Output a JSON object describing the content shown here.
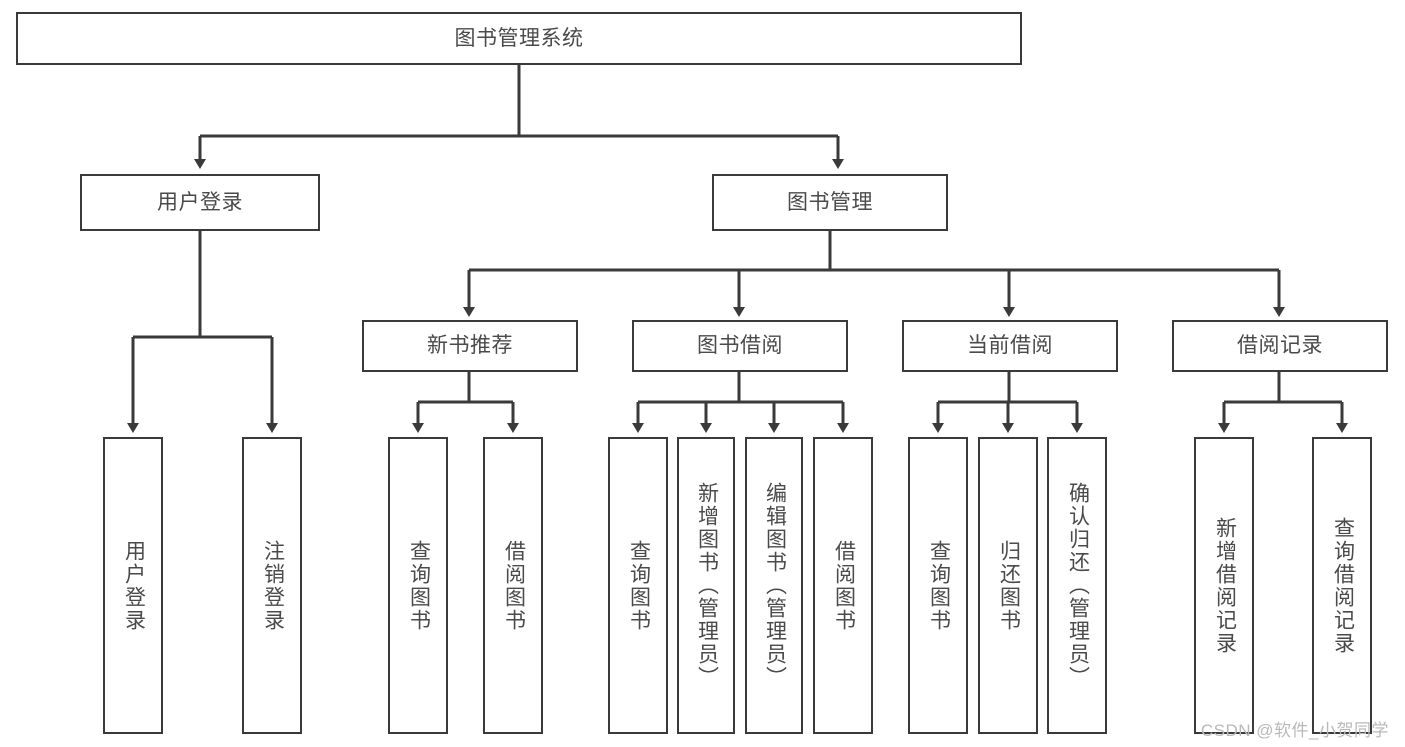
{
  "diagram": {
    "title": "图书管理系统",
    "type": "tree-hierarchy",
    "root": {
      "label": "图书管理系统"
    },
    "level2": [
      {
        "label": "用户登录"
      },
      {
        "label": "图书管理"
      }
    ],
    "level3": [
      {
        "label": "新书推荐"
      },
      {
        "label": "图书借阅"
      },
      {
        "label": "当前借阅"
      },
      {
        "label": "借阅记录"
      }
    ],
    "leaves": [
      {
        "label": "用户登录"
      },
      {
        "label": "注销登录"
      },
      {
        "label": "查询图书"
      },
      {
        "label": "借阅图书"
      },
      {
        "label": "查询图书"
      },
      {
        "label": "新增图书（管理员）"
      },
      {
        "label": "编辑图书（管理员）"
      },
      {
        "label": "借阅图书"
      },
      {
        "label": "查询图书"
      },
      {
        "label": "归还图书"
      },
      {
        "label": "确认归还（管理员）"
      },
      {
        "label": "新增借阅记录"
      },
      {
        "label": "查询借阅记录"
      }
    ],
    "colors": {
      "stroke": "#3a3a3a",
      "fill": "#ffffff",
      "text": "#4a4a4a",
      "watermark": "#b9b9b9"
    }
  },
  "watermark": {
    "text": "CSDN @软件_小贺同学"
  }
}
